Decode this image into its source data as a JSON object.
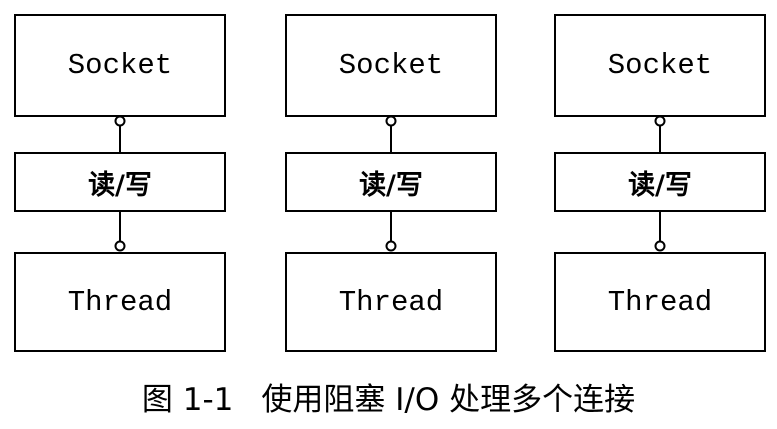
{
  "diagram": {
    "columns": [
      {
        "top_label": "Socket",
        "middle_label": "读/写",
        "bottom_label": "Thread"
      },
      {
        "top_label": "Socket",
        "middle_label": "读/写",
        "bottom_label": "Thread"
      },
      {
        "top_label": "Socket",
        "middle_label": "读/写",
        "bottom_label": "Thread"
      }
    ]
  },
  "caption": {
    "figure_number": "图 1-1",
    "text": "使用阻塞 I/O 处理多个连接"
  },
  "colors": {
    "stroke": "#000000",
    "background": "#ffffff"
  }
}
